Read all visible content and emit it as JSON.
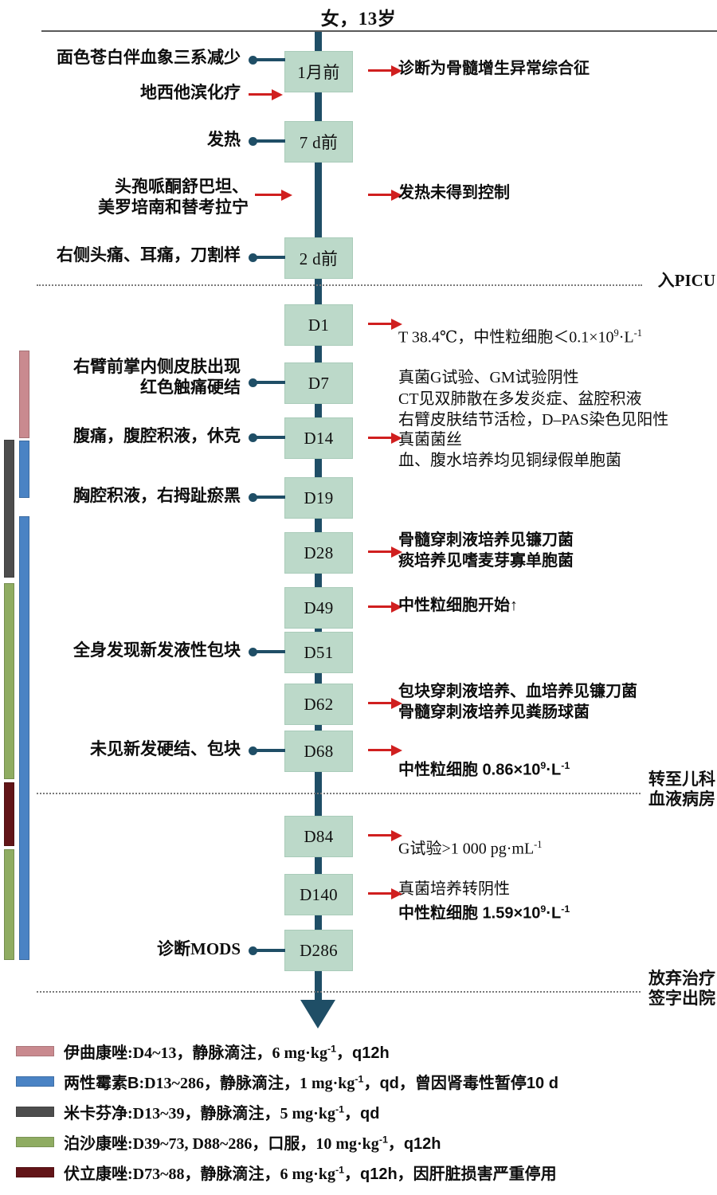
{
  "header": {
    "patient": "女，13岁"
  },
  "timeline": {
    "nodes": [
      {
        "label": "1月前"
      },
      {
        "label": "7 d前"
      },
      {
        "label": "2 d前"
      },
      {
        "label": "D1"
      },
      {
        "label": "D7"
      },
      {
        "label": "D14"
      },
      {
        "label": "D19"
      },
      {
        "label": "D28"
      },
      {
        "label": "D49"
      },
      {
        "label": "D51"
      },
      {
        "label": "D62"
      },
      {
        "label": "D68"
      },
      {
        "label": "D84"
      },
      {
        "label": "D140"
      },
      {
        "label": "D286"
      }
    ]
  },
  "left_events": [
    {
      "text": "面色苍白伴血象三系减少"
    },
    {
      "text": "地西他滨化疗"
    },
    {
      "text": "发热"
    },
    {
      "text": "头孢哌酮舒巴坦、\n美罗培南和替考拉宁"
    },
    {
      "text": "右侧头痛、耳痛，刀割样"
    },
    {
      "text": "右臂前掌内侧皮肤出现\n红色触痛硬结"
    },
    {
      "text": "腹痛，腹腔积液，休克"
    },
    {
      "text": "胸腔积液，右拇趾瘀黑"
    },
    {
      "text": "全身发现新发液性包块"
    },
    {
      "text": "未见新发硬结、包块"
    },
    {
      "text": "诊断MODS"
    }
  ],
  "right_annotations": [
    {
      "text": "诊断为骨髓增生异常综合征"
    },
    {
      "text": "发热未得到控制"
    },
    {
      "line1": "T 38.4℃，中性粒细胞＜0.1×10",
      "sup1": "9",
      "mid1": "·L",
      "sup2": "-1",
      "line2": "真菌G试验、GM试验阴性"
    },
    {
      "text": "CT见双肺散在多发炎症、盆腔积液\n右臂皮肤结节活检，D–PAS染色见阳性\n真菌菌丝\n血、腹水培养均见铜绿假单胞菌"
    },
    {
      "text": "骨髓穿刺液培养见镰刀菌\n痰培养见嗜麦芽寡单胞菌"
    },
    {
      "text": "中性粒细胞开始↑"
    },
    {
      "text": "包块穿刺液培养、血培养见镰刀菌\n骨髓穿刺液培养见粪肠球菌"
    },
    {
      "line1": "中性粒细胞  0.86×10",
      "sup1": "9",
      "mid1": "·L",
      "sup2": "-1"
    },
    {
      "line1": "G试验>1 000 pg·mL",
      "sup1": "-1",
      "line2": "真菌培养转阴性"
    },
    {
      "line1": "中性粒细胞 1.59×10",
      "sup1": "9",
      "mid1": "·L",
      "sup2": "-1"
    }
  ],
  "dividers": [
    {
      "label": "入PICU"
    },
    {
      "label": "转至儿科\n血液病房"
    },
    {
      "label": "放弃治疗\n签字出院"
    }
  ],
  "medication_bars": [
    {
      "name": "伊曲康唑",
      "color": "#c98a8f"
    },
    {
      "name": "两性霉素B",
      "color": "#4a83c4"
    },
    {
      "name": "米卡芬净",
      "color": "#4d4d4d"
    },
    {
      "name": "泊沙康唑",
      "color": "#8fac62"
    },
    {
      "name": "伏立康唑",
      "color": "#621518"
    }
  ],
  "legend": {
    "items": [
      {
        "color": "#c98a8f",
        "name": "伊曲康唑",
        "detail": ":D4~13，静脉滴注，6 mg·kg",
        "sup": "-1",
        "tail": "，q12h"
      },
      {
        "color": "#4a83c4",
        "name": "两性霉素B",
        "detail": ":D13~286，静脉滴注，1 mg·kg",
        "sup": "-1",
        "tail": "，qd，曾因肾毒性暂停10 d"
      },
      {
        "color": "#4d4d4d",
        "name": "米卡芬净",
        "detail": ":D13~39，静脉滴注，5 mg·kg",
        "sup": "-1",
        "tail": "，qd"
      },
      {
        "color": "#8fac62",
        "name": "泊沙康唑",
        "detail": ":D39~73, D88~286，口服，10 mg·kg",
        "sup": "-1",
        "tail": "，q12h"
      },
      {
        "color": "#621518",
        "name": "伏立康唑",
        "detail": ":D73~88，静脉滴注，6 mg·kg",
        "sup": "-1",
        "tail": "，q12h，因肝脏损害严重停用"
      }
    ]
  },
  "colors": {
    "node_fill": "#bcd9c9",
    "spine": "#1f4e66",
    "arrow_red": "#d01f1f"
  }
}
